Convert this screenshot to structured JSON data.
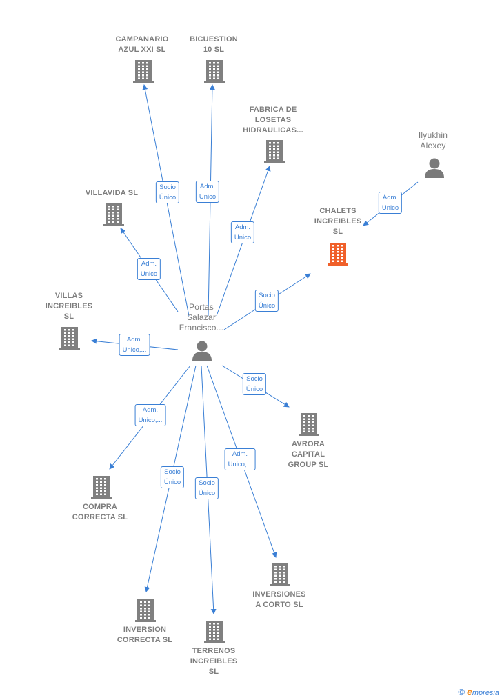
{
  "colors": {
    "edge": "#3a7fd5",
    "building": "#808080",
    "building_main": "#f0602a",
    "person": "#7a7a7a"
  },
  "nodes": {
    "portas": {
      "label": "Portas\nSalazar\nFrancisco...",
      "kind": "person"
    },
    "ilyukhin": {
      "label": "Ilyukhin\nAlexey",
      "kind": "person"
    },
    "campanario": {
      "label": "CAMPANARIO\nAZUL XXI  SL",
      "kind": "company"
    },
    "bicuestion": {
      "label": "BICUESTION\n10  SL",
      "kind": "company"
    },
    "fabrica": {
      "label": "FABRICA DE\nLOSETAS\nHIDRAULICAS...",
      "kind": "company"
    },
    "villavida": {
      "label": "VILLAVIDA SL",
      "kind": "company"
    },
    "chalets": {
      "label": "CHALETS\nINCREIBLES\nSL",
      "kind": "company-main"
    },
    "villas": {
      "label": "VILLAS\nINCREIBLES\nSL",
      "kind": "company"
    },
    "avrora": {
      "label": "AVRORA\nCAPITAL\nGROUP  SL",
      "kind": "company"
    },
    "compra": {
      "label": "COMPRA\nCORRECTA  SL",
      "kind": "company"
    },
    "inversiones": {
      "label": "INVERSIONES\nA CORTO  SL",
      "kind": "company"
    },
    "inversion": {
      "label": "INVERSION\nCORRECTA  SL",
      "kind": "company"
    },
    "terrenos": {
      "label": "TERRENOS\nINCREIBLES\nSL",
      "kind": "company"
    }
  },
  "edges": [
    {
      "from": "portas",
      "to": "campanario",
      "label": "Socio\nÚnico"
    },
    {
      "from": "portas",
      "to": "bicuestion",
      "label": "Adm.\nUnico"
    },
    {
      "from": "portas",
      "to": "fabrica",
      "label": "Adm.\nUnico"
    },
    {
      "from": "portas",
      "to": "villavida",
      "label": "Adm.\nUnico"
    },
    {
      "from": "portas",
      "to": "chalets",
      "label": "Socio\nÚnico"
    },
    {
      "from": "ilyukhin",
      "to": "chalets",
      "label": "Adm.\nUnico"
    },
    {
      "from": "portas",
      "to": "villas",
      "label": "Adm.\nUnico,..."
    },
    {
      "from": "portas",
      "to": "avrora",
      "label": "Socio\nÚnico"
    },
    {
      "from": "portas",
      "to": "compra",
      "label": "Adm.\nUnico,..."
    },
    {
      "from": "portas",
      "to": "inversion",
      "label": "Socio\nÚnico"
    },
    {
      "from": "portas",
      "to": "terrenos",
      "label": "Socio\nÚnico"
    },
    {
      "from": "portas",
      "to": "inversiones",
      "label": "Adm.\nUnico,..."
    }
  ],
  "footer": {
    "copyright": "©",
    "brand_initial": "e",
    "brand_rest": "mpresia"
  }
}
